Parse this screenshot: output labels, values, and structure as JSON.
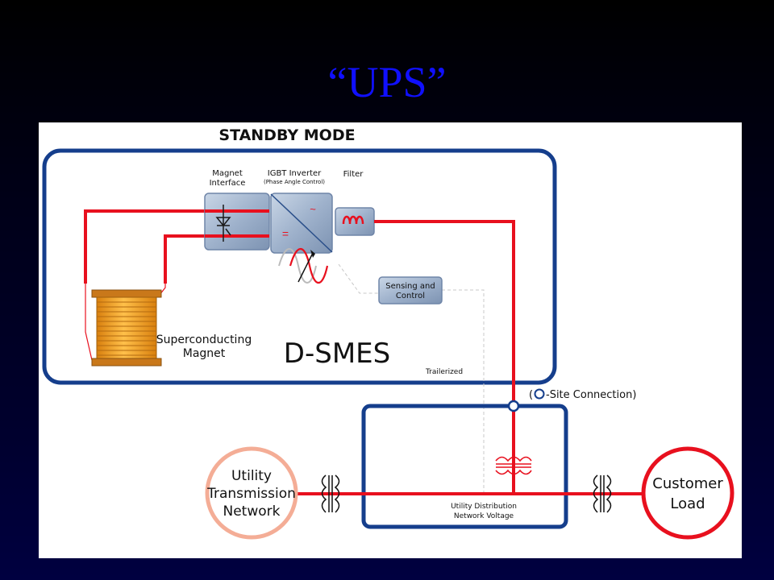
{
  "slide": {
    "title": "“UPS”"
  },
  "diagram": {
    "mode_title": "STANDBY MODE",
    "magnet_interface": [
      "Magnet",
      "Interface"
    ],
    "igbt_inverter": "IGBT Inverter",
    "igbt_sub": "(Phase Angle Control)",
    "filter": "Filter",
    "sensing": [
      "Sensing and",
      "Control"
    ],
    "superconducting": [
      "Superconducting",
      "Magnet"
    ],
    "dsmes": "D-SMES",
    "trailerized": "Trailerized",
    "site_connection_open": "(",
    "site_connection_text": "-Site Connection)",
    "utility_transmission": [
      "Utility",
      "Transmission",
      "Network"
    ],
    "utility_distribution": [
      "Utility Distribution",
      "Network Voltage"
    ],
    "customer_load": [
      "Customer",
      "Load"
    ],
    "inverter_symbols": [
      "~",
      "="
    ],
    "colors": {
      "line_red": "#e8101e",
      "box_blue": "#153e8c",
      "component_blue": "#9ab0cc",
      "coil_orange": "#f5a11e",
      "transmission_ring": "#f4ad96",
      "slide_title": "#1010ff"
    }
  }
}
